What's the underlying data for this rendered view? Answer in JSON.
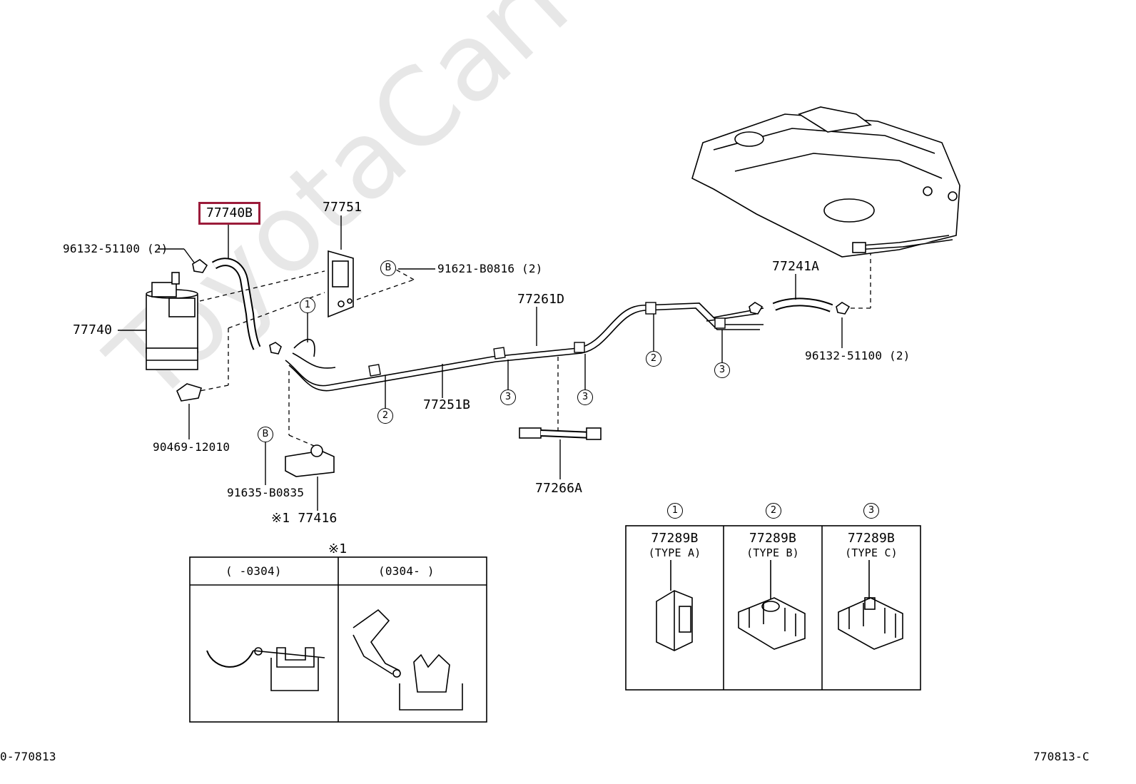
{
  "watermark": "ToyotaCarMiniru",
  "highlighted_part": "77740B",
  "labels": {
    "p77751": "77751",
    "p96132_top": "96132-51100 (2)",
    "p91621": "91621-B0816 (2)",
    "p77740": "77740",
    "p77261D": "77261D",
    "p77241A": "77241A",
    "p96132_right": "96132-51100 (2)",
    "p77251B": "77251B",
    "p90469": "90469-12010",
    "p91635": "91635-B0835",
    "p77266A": "77266A",
    "p77416": "※1 77416",
    "note1": "※1"
  },
  "markers": {
    "one": "1",
    "two": "2",
    "three": "3",
    "b": "B"
  },
  "inset_left": {
    "col1": "(      -0304)",
    "col2": "(0304-       )"
  },
  "clip_table": [
    {
      "num": "1",
      "part": "77289B",
      "type": "(TYPE A)"
    },
    {
      "num": "2",
      "part": "77289B",
      "type": "(TYPE B)"
    },
    {
      "num": "3",
      "part": "77289B",
      "type": "(TYPE C)"
    }
  ],
  "footer": {
    "left": "0-770813",
    "right": "770813-C"
  }
}
